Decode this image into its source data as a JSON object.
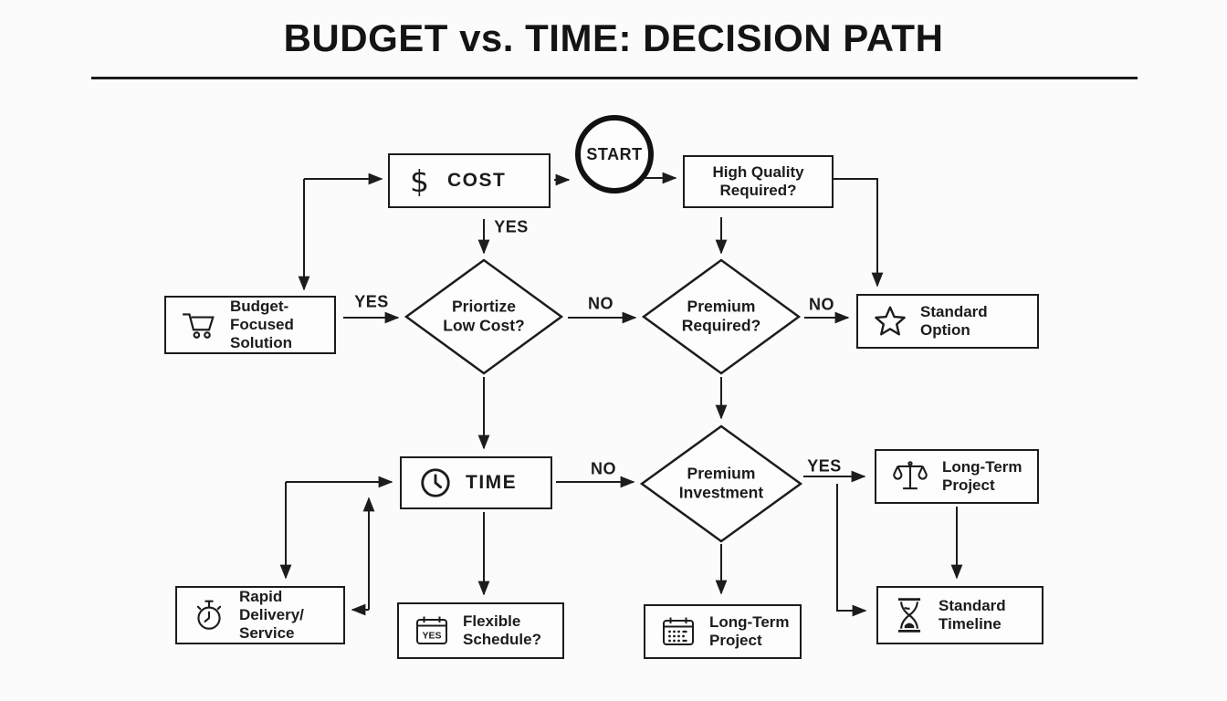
{
  "title": "BUDGET vs. TIME: DECISION PATH",
  "nodes": {
    "start": {
      "label": "START"
    },
    "cost": {
      "label": "COST",
      "currency_symbol": "$"
    },
    "high_quality": {
      "line1": "High Quality",
      "line2": "Required?"
    },
    "budget_focused": {
      "line1": "Budget-Focused",
      "line2": "Solution"
    },
    "prioritize_low_cost": {
      "line1": "Priortize",
      "line2": "Low Cost?"
    },
    "premium_required": {
      "line1": "Premium",
      "line2": "Required?"
    },
    "standard_option": {
      "label": "Standard Option"
    },
    "time": {
      "label": "TIME"
    },
    "premium_investment": {
      "line1": "Premium",
      "line2": "Investment"
    },
    "long_term_project_top": {
      "line1": "Long-Term",
      "line2": "Project"
    },
    "rapid_delivery": {
      "line1": "Rapid Delivery/",
      "line2": "Service"
    },
    "flexible_schedule": {
      "line1": "Flexible",
      "line2": "Schedule?",
      "icon_text": "YES"
    },
    "long_term_project_bottom": {
      "line1": "Long-Term",
      "line2": "Project"
    },
    "standard_timeline": {
      "line1": "Standard",
      "line2": "Timeline"
    }
  },
  "edge_labels": {
    "cost_to_prioritize": "YES",
    "budget_to_prioritize": "YES",
    "prioritize_to_premium_required": "NO",
    "premium_required_to_standard_option": "NO",
    "time_to_premium_investment": "NO",
    "premium_investment_to_long_term": "YES"
  },
  "icons": {
    "cost": "dollar-icon",
    "budget_focused": "cart-icon",
    "standard_option": "star-icon",
    "time": "clock-icon",
    "long_term_project_top": "scales-icon",
    "rapid_delivery": "stopwatch-icon",
    "flexible_schedule": "calendar-yes-icon",
    "long_term_project_bottom": "calendar-dots-icon",
    "standard_timeline": "hourglass-icon"
  },
  "colors": {
    "ink": "#1c1c1c",
    "background": "#fbfbfb"
  }
}
